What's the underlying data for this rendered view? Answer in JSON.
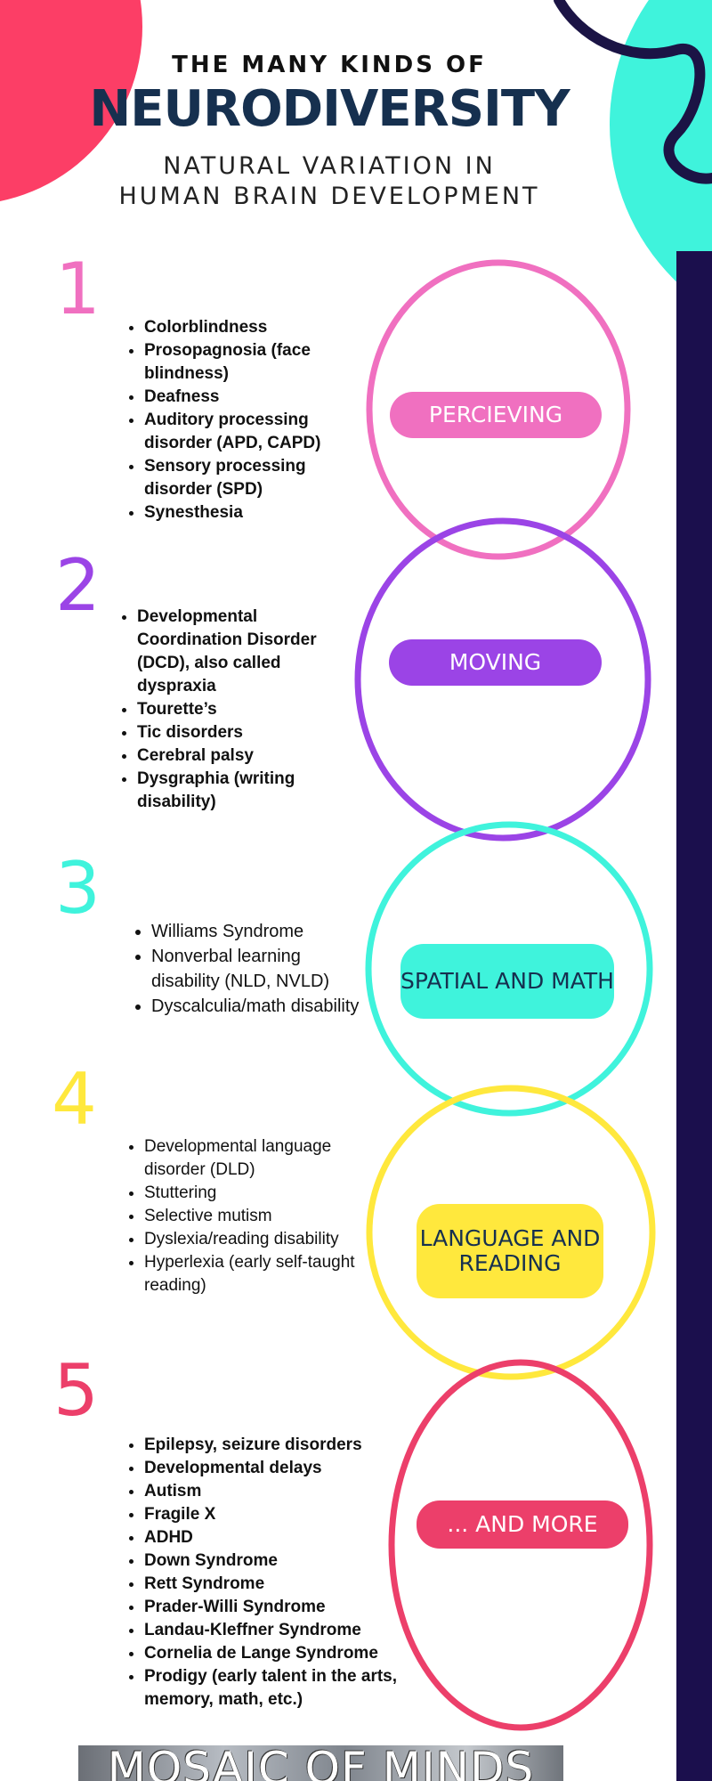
{
  "header": {
    "kicker": "THE MANY KINDS OF",
    "title": "NEURODIVERSITY",
    "subtitle_line1": "NATURAL VARIATION IN",
    "subtitle_line2": "HUMAN BRAIN DEVELOPMENT"
  },
  "colors": {
    "pink": "#f070c0",
    "purple": "#9b44e6",
    "teal": "#3ff3dc",
    "yellow": "#ffe83d",
    "red": "#ec3f6a",
    "navy": "#1b0f4d",
    "title_navy": "#16304f"
  },
  "sections": [
    {
      "number": "1",
      "label": "PERCIEVING",
      "items": [
        "Colorblindness",
        "Prosopagnosia (face blindness)",
        "Deafness",
        "Auditory processing disorder (APD, CAPD)",
        "Sensory processing disorder (SPD)",
        "Synesthesia"
      ]
    },
    {
      "number": "2",
      "label": "MOVING",
      "items": [
        "Developmental Coordination Disorder (DCD), also called dyspraxia",
        "Tourette’s",
        "Tic disorders",
        "Cerebral palsy",
        "Dysgraphia (writing disability)"
      ]
    },
    {
      "number": "3",
      "label": "SPATIAL AND MATH",
      "items": [
        "Williams Syndrome",
        "Nonverbal learning disability (NLD, NVLD)",
        "Dyscalculia/math disability"
      ]
    },
    {
      "number": "4",
      "label": "LANGUAGE AND READING",
      "items": [
        "Developmental language disorder (DLD)",
        "Stuttering",
        "Selective mutism",
        "Dyslexia/reading disability",
        "Hyperlexia (early self-taught reading)"
      ]
    },
    {
      "number": "5",
      "label": "... AND MORE",
      "items": [
        "Epilepsy, seizure disorders",
        "Developmental delays",
        "Autism",
        "Fragile X",
        "ADHD",
        "Down Syndrome",
        "Rett Syndrome",
        "Prader-Willi Syndrome",
        "Landau-Kleffner Syndrome",
        "Cornelia de Lange Syndrome",
        "Prodigy (early talent in the arts, memory, math, etc.)"
      ]
    }
  ],
  "footer": {
    "brand": "MOSAIC OF MINDS"
  }
}
